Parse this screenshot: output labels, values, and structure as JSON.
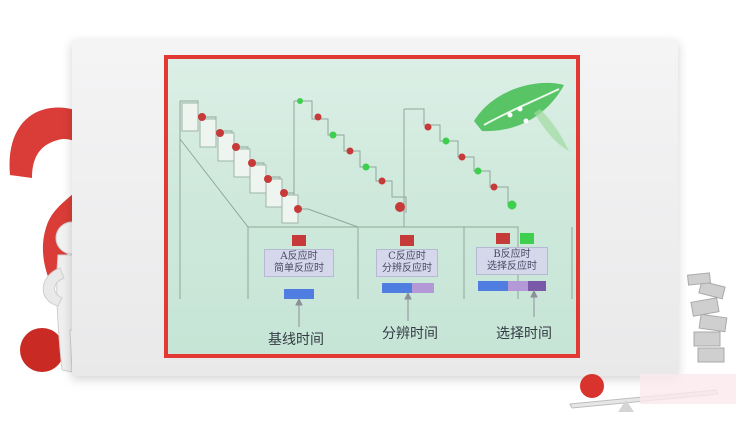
{
  "slide": {
    "colors": {
      "frame": "#e23a33",
      "screen_bg": "#d4ecdf",
      "red_signal": "#c73a3a",
      "green_signal": "#3fcf4e",
      "bar_blue": "#4f7de0",
      "bar_lavender": "#b39ad6",
      "bar_purple": "#7a5aa8",
      "label_box": "#d5d7ea"
    },
    "panels": [
      {
        "line1": "A反应时",
        "line2": "简单反应时",
        "time_label": "基线时间"
      },
      {
        "line1": "C反应时",
        "line2": "分辨反应时",
        "time_label": "分辨时间"
      },
      {
        "line1": "B反应时",
        "line2": "选择反应时",
        "time_label": "选择时间"
      }
    ]
  },
  "decorations": [
    "question-mark-figure",
    "leaf-decoration",
    "stacked-blocks",
    "red-ball-seesaw"
  ]
}
